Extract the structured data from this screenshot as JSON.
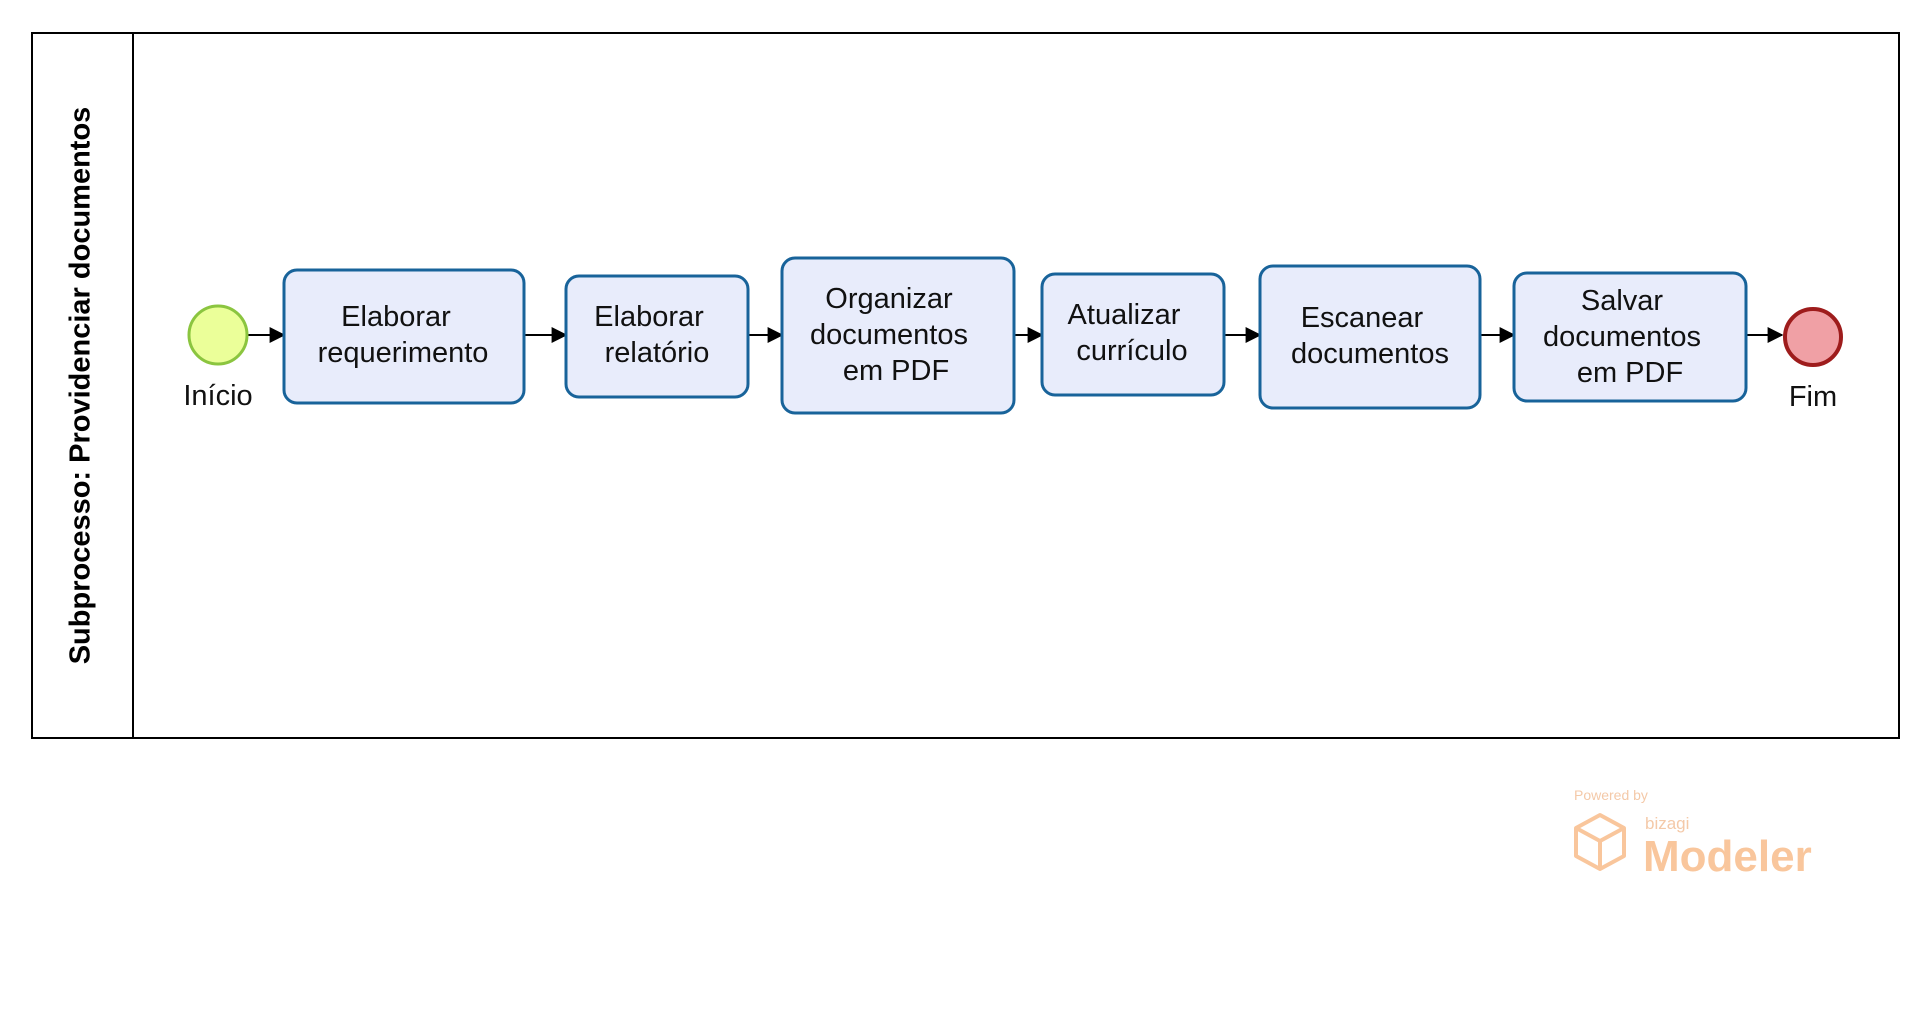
{
  "pool": {
    "label": "Subprocesso: Providenciar documentos"
  },
  "events": {
    "start": {
      "label": "Início",
      "fill": "#ebff99",
      "stroke": "#8bc53f"
    },
    "end": {
      "label": "Fim",
      "fill": "#f0a0a5",
      "stroke": "#9e1c1c"
    }
  },
  "tasks": [
    {
      "lines": [
        "Elaborar",
        "requerimento"
      ]
    },
    {
      "lines": [
        "Elaborar",
        "relatório"
      ]
    },
    {
      "lines": [
        "Organizar",
        "documentos",
        "em PDF"
      ]
    },
    {
      "lines": [
        "Atualizar",
        "currículo"
      ]
    },
    {
      "lines": [
        "Escanear",
        "documentos"
      ]
    },
    {
      "lines": [
        "Salvar",
        "documentos",
        "em PDF"
      ]
    }
  ],
  "colors": {
    "task_fill": "#e8ecfb",
    "task_stroke": "#18639a",
    "line": "#000000"
  },
  "watermark": {
    "powered_by": "Powered by",
    "brand": "bizagi",
    "product": "Modeler",
    "color": "#f9c69c"
  }
}
